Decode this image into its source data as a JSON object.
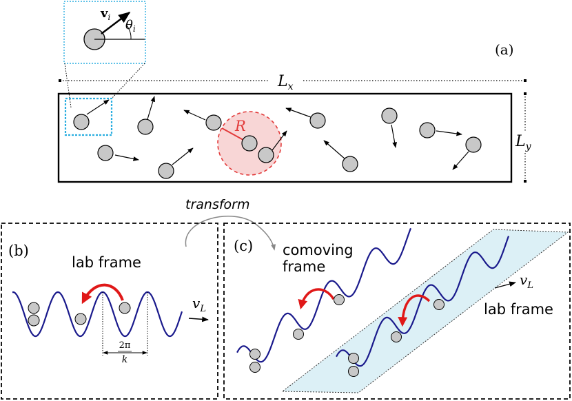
{
  "panel_a": {
    "tag": "(a)",
    "box_width_label": "L",
    "box_width_sub": "x",
    "box_height_label": "L",
    "box_height_sub": "y",
    "radius_label": "R",
    "inset": {
      "velocity": "v",
      "velocity_sub": "i",
      "angle": "θ",
      "angle_sub": "i"
    }
  },
  "transform_label": "transform",
  "panel_b": {
    "tag": "(b)",
    "title": "lab frame",
    "velocity": "v",
    "velocity_sub": "L",
    "period_num": "2π",
    "period_den": "k"
  },
  "panel_c": {
    "tag": "(c)",
    "title_line1": "comoving",
    "title_line2": "frame",
    "lab_frame": "lab frame",
    "velocity": "v",
    "velocity_sub": "L"
  },
  "colors": {
    "particle_fill": "#c8c8c8",
    "wave": "#1a1a8c",
    "hop_arrow": "#e01818",
    "radius_disk_fill": "#f8d6d6",
    "radius_disk_stroke": "#e23a3a",
    "inset_border": "#2aaee0",
    "parallelogram_fill": "#dcf0f6"
  }
}
